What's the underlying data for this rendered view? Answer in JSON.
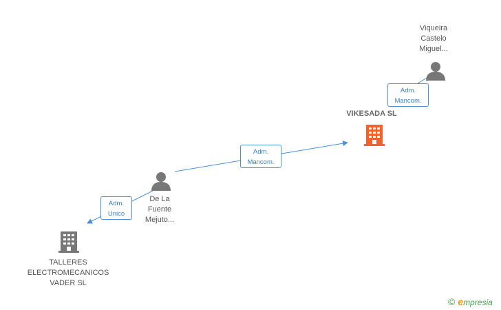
{
  "nodes": {
    "viqueira": {
      "label_lines": [
        "Viqueira",
        "Castelo",
        "Miguel..."
      ],
      "icon": "person-icon"
    },
    "vikesada": {
      "label": "VIKESADA SL",
      "icon": "building-icon",
      "color": "#f0622e"
    },
    "delafuente": {
      "label_lines": [
        "De La",
        "Fuente",
        "Mejuto..."
      ],
      "icon": "person-icon"
    },
    "talleres": {
      "label_lines": [
        "TALLERES",
        "ELECTROMECANICOS",
        "VADER SL"
      ],
      "icon": "building-icon",
      "color": "#777777"
    }
  },
  "edges": [
    {
      "from": "viqueira",
      "to": "vikesada",
      "label_lines": [
        "Adm.",
        "Mancom."
      ]
    },
    {
      "from": "delafuente",
      "to": "vikesada",
      "label_lines": [
        "Adm.",
        "Mancom."
      ]
    },
    {
      "from": "delafuente",
      "to": "talleres",
      "label_lines": [
        "Adm.",
        "Unico"
      ]
    }
  ],
  "colors": {
    "edge": "#4a90d9",
    "person": "#777777"
  },
  "brand": {
    "copyright": "©",
    "e": "e",
    "rest": "mpresia"
  }
}
